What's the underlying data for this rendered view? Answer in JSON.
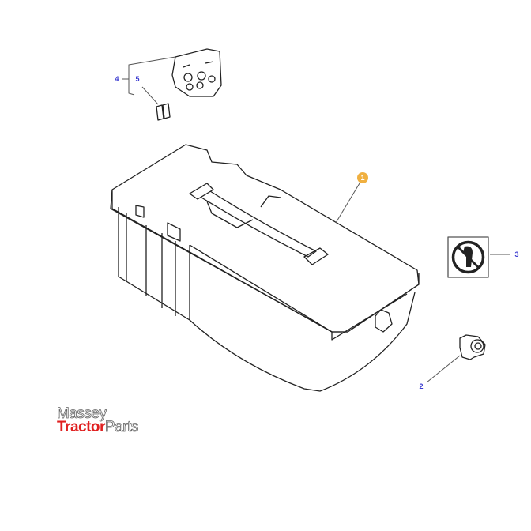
{
  "callouts": [
    {
      "id": "1",
      "label": "1",
      "highlighted": true
    },
    {
      "id": "2",
      "label": "2",
      "highlighted": false
    },
    {
      "id": "3",
      "label": "3",
      "highlighted": false
    },
    {
      "id": "4",
      "label": "4",
      "highlighted": false
    },
    {
      "id": "5",
      "label": "5",
      "highlighted": false
    }
  ],
  "logo": {
    "line1": "Massey",
    "line2_red": "Tractor",
    "line2_grey": "Parts"
  },
  "colors": {
    "callout_text": "#3a3ad0",
    "highlight": "#f0b040",
    "logo_red": "#e02020"
  }
}
